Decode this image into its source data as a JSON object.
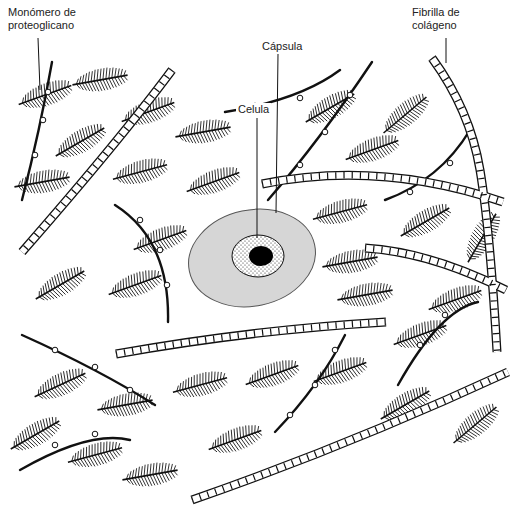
{
  "diagram": {
    "labels": [
      "Monómero de proteoglicano",
      "Cápsula",
      "Celula",
      "Fibrilla de colágeno"
    ]
  }
}
